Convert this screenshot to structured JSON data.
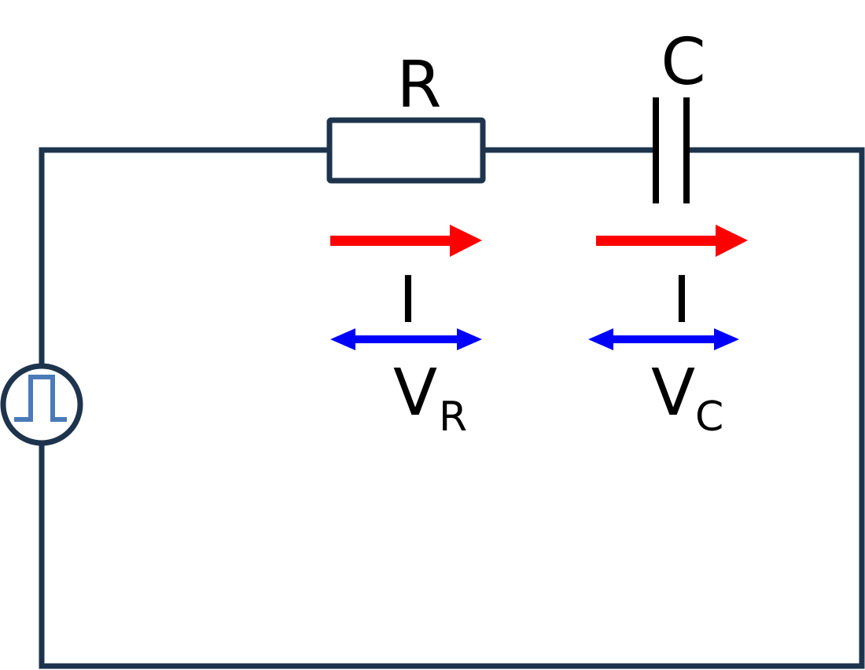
{
  "colors": {
    "wire": "#1e344d",
    "current_arrow": "#ff0000",
    "voltage_arrow": "#0000ff",
    "source_pulse": "#4a7ab8",
    "capacitor_plate": "#000000",
    "background": "#ffffff"
  },
  "components": {
    "resistor": {
      "label": "R"
    },
    "capacitor": {
      "label": "C"
    },
    "source": {
      "icon": "pulse-source-icon"
    }
  },
  "annotations": {
    "resistor_current": {
      "label": "I"
    },
    "resistor_voltage": {
      "label": "V",
      "subscript": "R"
    },
    "capacitor_current": {
      "label": "I"
    },
    "capacitor_voltage": {
      "label": "V",
      "subscript": "C"
    }
  }
}
